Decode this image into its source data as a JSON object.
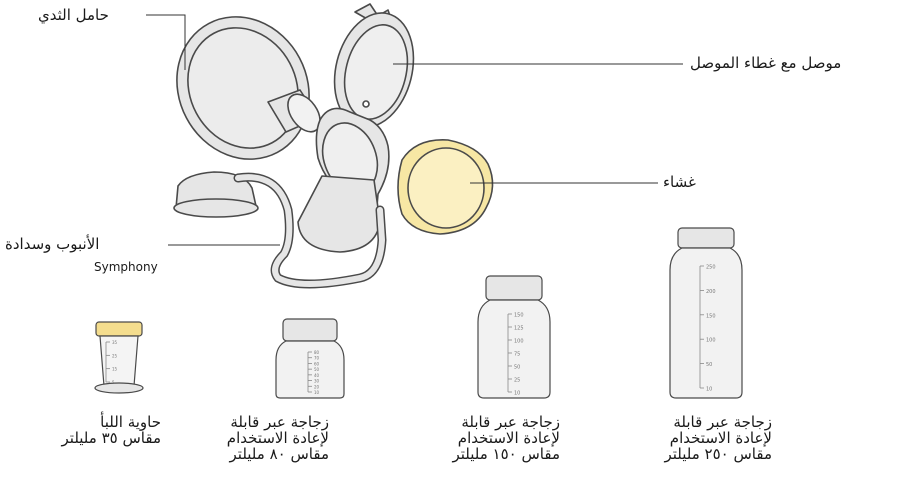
{
  "labels": {
    "breast_shield": "حامل الثدي",
    "connector": "موصل مع غطاء الموصل",
    "membrane": "غشاء",
    "tubing": "الأنبوب وسدادة",
    "tubing_brand": "Symphony"
  },
  "containers": [
    {
      "line1": "حاوية اللبأ",
      "line2": "مقاس ٣٥ مليلتر",
      "line3": ""
    },
    {
      "line1": "زجاجة عبر قابلة",
      "line2": "لإعادة الاستخدام",
      "line3": "مقاس ٨٠ مليلتر"
    },
    {
      "line1": "زجاجة عبر قابلة",
      "line2": "لإعادة الاستخدام",
      "line3": "مقاس ١٥٠ مليلتر"
    },
    {
      "line1": "زجاجة عبر قابلة",
      "line2": "لإعادة الاستخدام",
      "line3": "مقاس ٢٥٠ مليلتر"
    }
  ],
  "scales": {
    "colostrum": [
      "35",
      "25",
      "15",
      "5"
    ],
    "bottle80": [
      "80",
      "70",
      "60",
      "50",
      "40",
      "30",
      "20",
      "10"
    ],
    "bottle150": [
      "150",
      "125",
      "100",
      "75",
      "50",
      "25",
      "10"
    ],
    "bottle250": [
      "250",
      "200",
      "150",
      "100",
      "50",
      "10"
    ]
  },
  "colors": {
    "part_fill": "#e6e6e6",
    "part_stroke": "#4a4a4a",
    "membrane_fill": "#f7e7a4",
    "cap_fill": "#f4dd8e",
    "leader": "#333333"
  }
}
